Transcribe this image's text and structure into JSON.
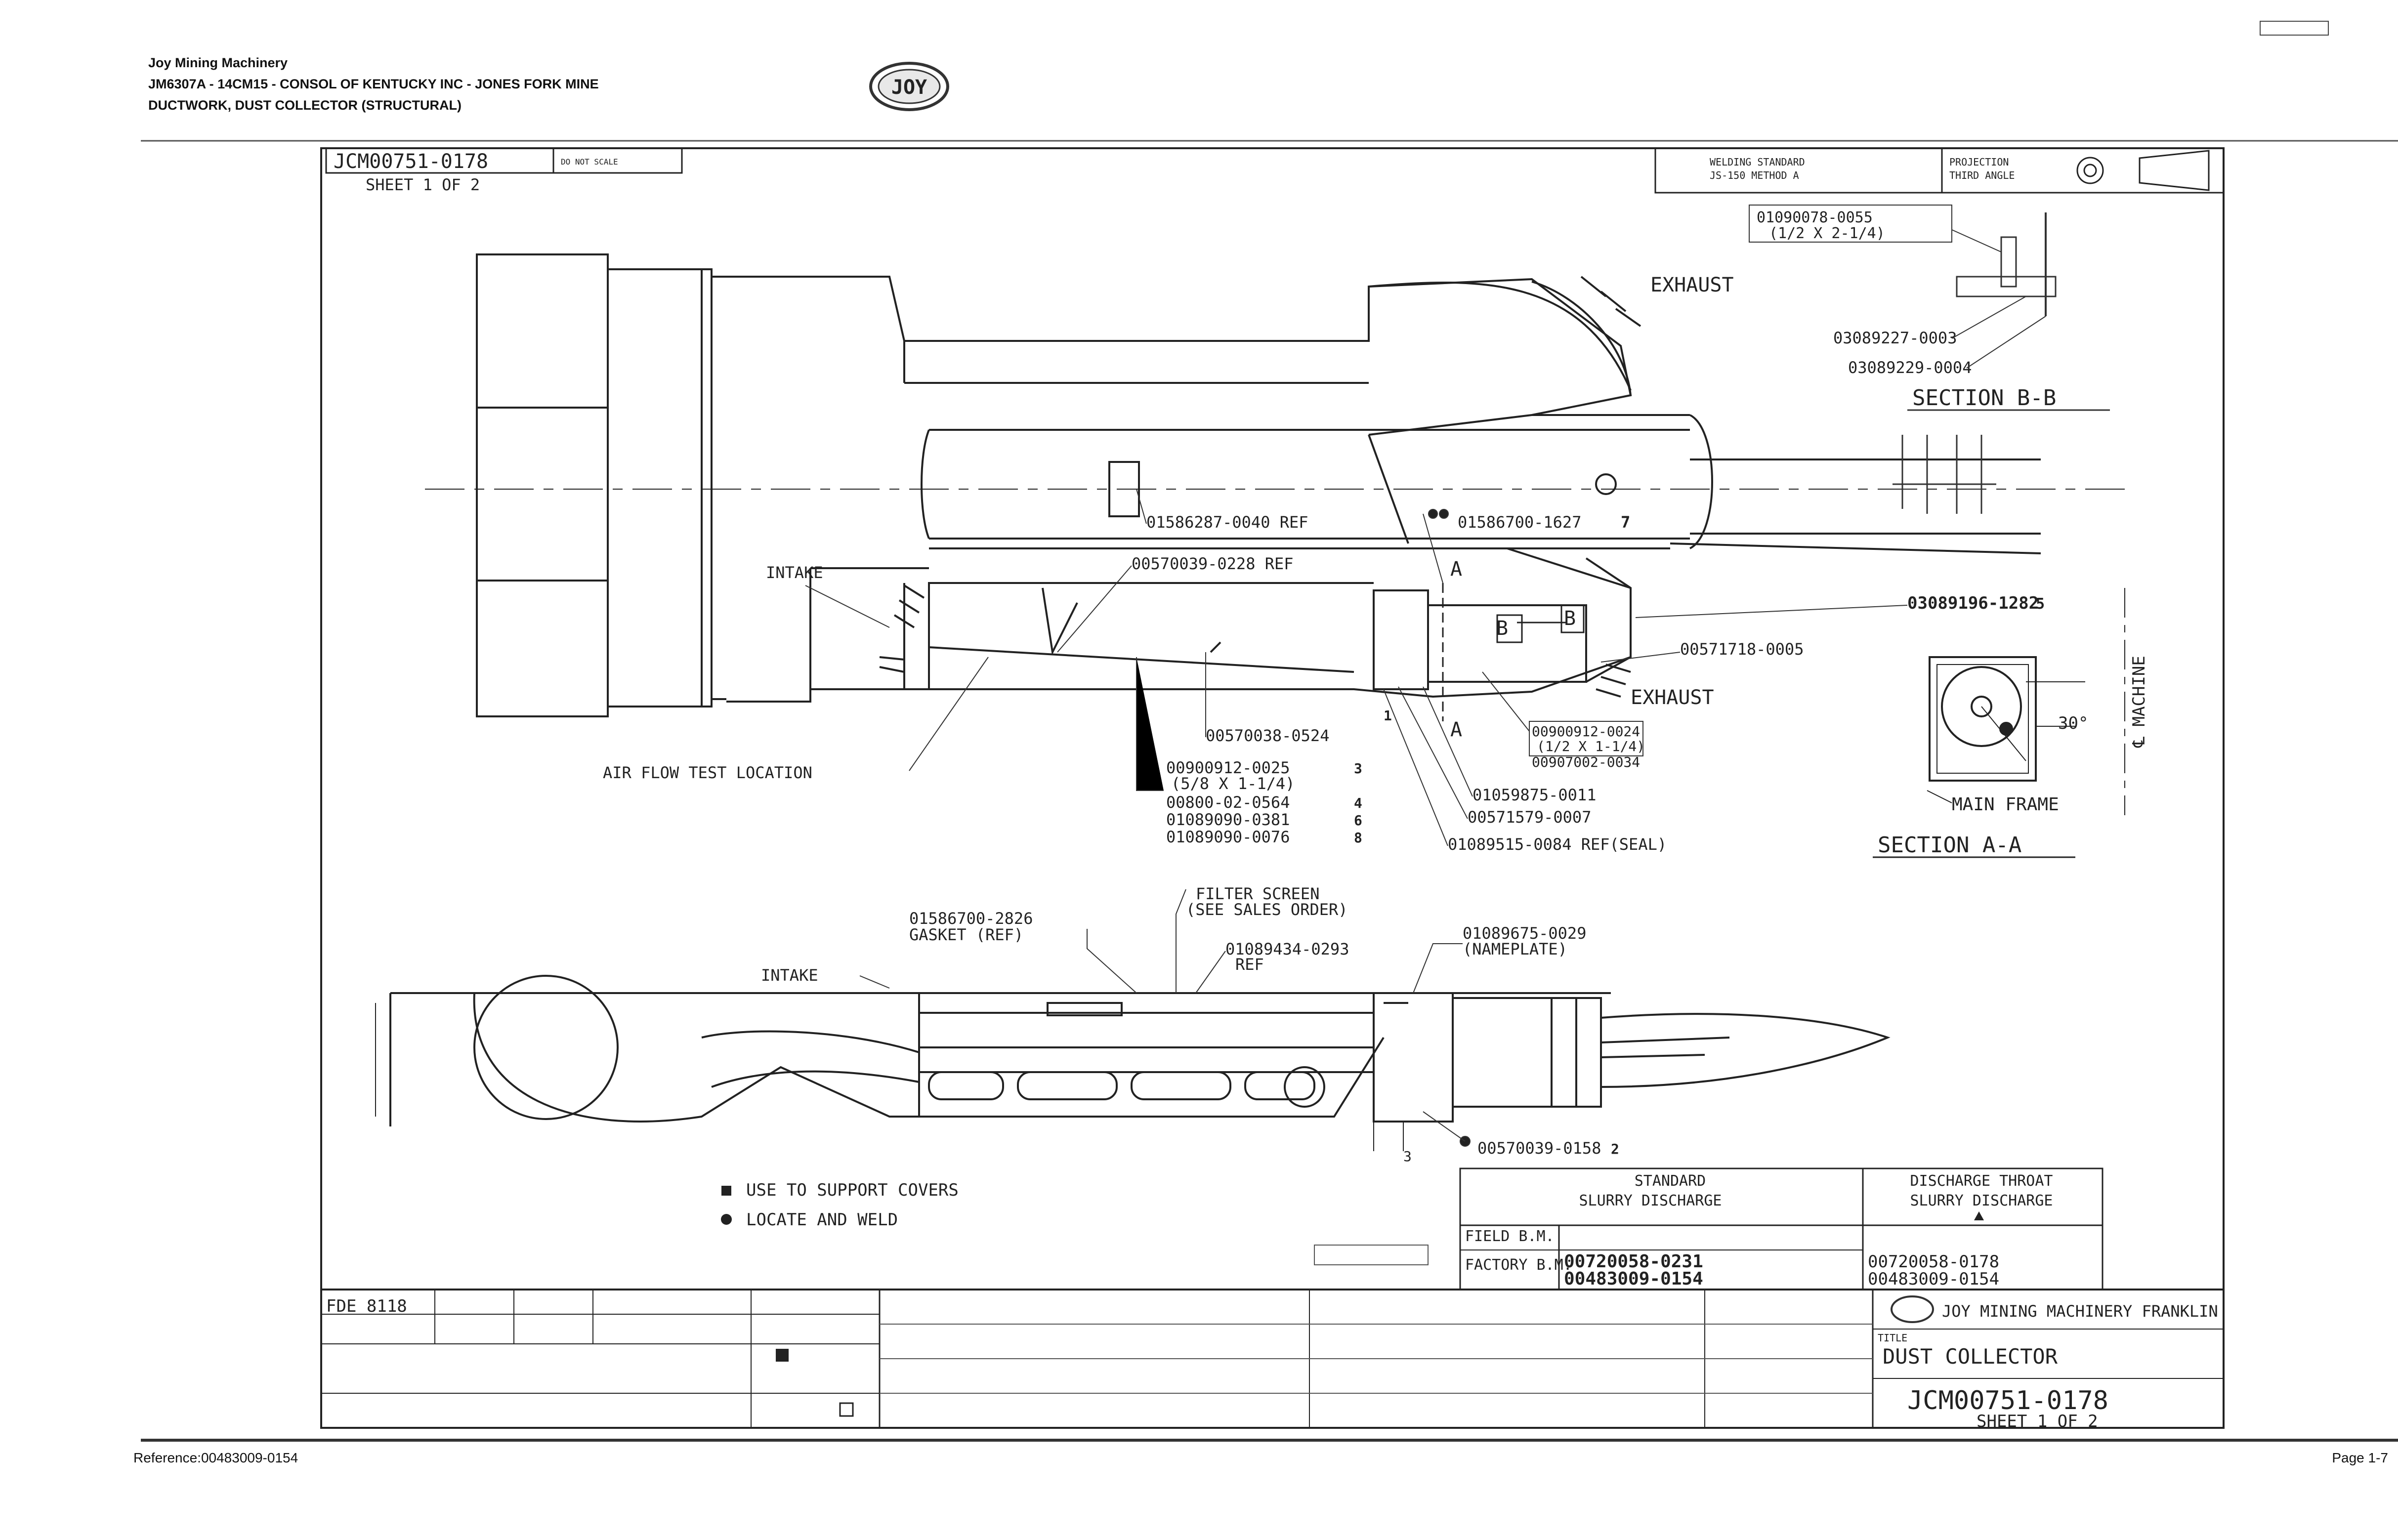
{
  "header": {
    "company": "Joy Mining Machinery",
    "job_line": "JM6307A - 14CM15 - CONSOL OF KENTUCKY INC - JONES FORK MINE",
    "assembly": "DUCTWORK, DUST COLLECTOR (STRUCTURAL)"
  },
  "logo_text": "JOY",
  "drawing": {
    "number": "JCM00751-0178",
    "sheet": "SHEET 1 OF 2",
    "not_scale": "DO NOT SCALE",
    "welding_standard": [
      "WELDING STANDARD",
      "JS-150 METHOD A"
    ],
    "projection": [
      "PROJECTION",
      "THIRD ANGLE"
    ],
    "section_bb_callouts": [
      "01090078-0055",
      "(1/2 X 2-1/4)",
      "03089227-0003",
      "03089229-0004"
    ],
    "section_bb_title": "SECTION B-B",
    "top_exhaust": "EXHAUST",
    "intake": "INTAKE",
    "air_flow": "AIR FLOW TEST LOCATION",
    "callouts_top": {
      "c1": "01586287-0040 REF",
      "c2": "01586700-1627",
      "c2n": "7",
      "c3": "00570039-0228 REF",
      "c4": "03089196-1282",
      "c4n": "5",
      "c5": "00571718-0005",
      "exhaust2": "EXHAUST",
      "c6a": "00900912-0024",
      "c6b": "(1/2 X 1-1/4)",
      "c6c": "00907002-0034",
      "c7": "01059875-0011",
      "c8": "00571579-0007",
      "c9": "01089515-0084 REF(SEAL)",
      "c10": "00570038-0524",
      "c10n": "1",
      "c11": "00900912-0025",
      "c11n": "3",
      "c11b": "(5/8 X 1-1/4)",
      "c12": "00800-02-0564",
      "c12n": "4",
      "c13": "01089090-0381",
      "c13n": "6",
      "c14": "01089090-0076",
      "c14n": "8"
    },
    "section_aa": {
      "angle": "30°",
      "main_frame": "MAIN FRAME",
      "title": "SECTION A-A",
      "machine_cl": "℄ MACHINE",
      "label_a1": "A",
      "label_a2": "A",
      "label_b1": "B",
      "label_b2": "B"
    },
    "callouts_bottom": {
      "c1a": "01586700-2826",
      "c1b": "GASKET (REF)",
      "c2a": "FILTER SCREEN",
      "c2b": "(SEE SALES ORDER)",
      "c3a": "01089434-0293",
      "c3b": "REF",
      "c4a": "01089675-0029",
      "c4b": "(NAMEPLATE)",
      "intake": "INTAKE",
      "c5": "00570039-0158",
      "c5n": "2",
      "dim": "3"
    },
    "notes": [
      "USE TO SUPPORT COVERS",
      "LOCATE AND WELD"
    ],
    "bom_table": {
      "col1": [
        "STANDARD",
        "SLURRY DISCHARGE"
      ],
      "col2": [
        "DISCHARGE THROAT",
        "SLURRY DISCHARGE"
      ],
      "field_label": "FIELD B.M.",
      "factory_label": "FACTORY B.M.",
      "std_values": [
        "00720058-0231",
        "00483009-0154"
      ],
      "alt_values": [
        "00720058-0178",
        "00483009-0154"
      ]
    },
    "title_block": {
      "fdb": "FDE 8118",
      "company": "JOY MINING MACHINERY FRANKLIN",
      "title_label": "TITLE",
      "title": "DUST COLLECTOR",
      "drawing_no": "JCM00751-0178",
      "sheet": "SHEET 1 OF 2"
    }
  },
  "footer": {
    "reference": "Reference:00483009-0154",
    "page": "Page 1-7"
  }
}
